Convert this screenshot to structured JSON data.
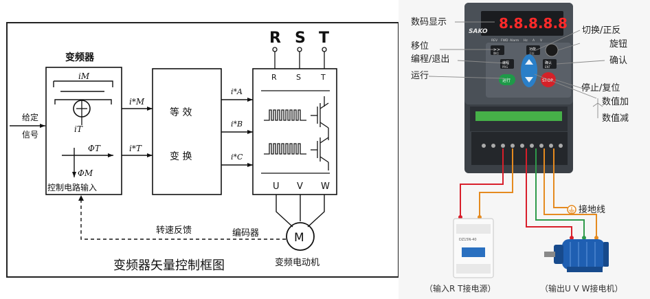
{
  "left_diagram": {
    "title": "变频器矢量控制框图",
    "inverter_block_label": "变频器",
    "input_label_line1": "给定",
    "input_label_line2": "信号",
    "control_circuit_input": "控制电路输入",
    "feedback_label": "转速反馈",
    "encoder_label": "编码器",
    "motor_symbol": "M",
    "motor_label": "变频电动机",
    "equiv_line1": "等  效",
    "equiv_line2": "变  换",
    "top_terminals": [
      "R",
      "S",
      "T"
    ],
    "box_terminals_top": [
      "R",
      "S",
      "T"
    ],
    "box_terminals_bottom": [
      "U",
      "V",
      "W"
    ],
    "signals": {
      "iM_box": "iM",
      "iT_box": "iT",
      "phiT": "ΦT",
      "phiM": "ΦM",
      "iM_out": "i*M",
      "iT_out": "i*T",
      "iA": "i*A",
      "iB": "i*B",
      "iC": "i*C"
    }
  },
  "right_diagram": {
    "labels": {
      "display": "数码显示",
      "shift": "移位",
      "program_exit": "编程/退出",
      "run": "运行",
      "switch_fwd_rev": "切换/正反",
      "knob": "旋钮",
      "confirm": "确认",
      "stop_reset": "停止/复位",
      "value_up": "数值加",
      "value_down": "数值减",
      "ground_wire": "接地线",
      "input_caption": "（输入R T接电源）",
      "output_caption": "（输出U V W接电机）"
    },
    "device": {
      "brand": "SAKO",
      "display_digits": "8.8.8.8.8",
      "indicator_labels": [
        "REV",
        "FWD",
        "Alarm",
        "Hz",
        "A",
        "V"
      ],
      "buttons": {
        "shift": ">>",
        "shift_sub": "移位",
        "func": "功能",
        "func_sub": "正反",
        "prg": "编程",
        "prg_sub": "PRG",
        "ent": "确认",
        "ent_sub": "ENT",
        "run": "运行",
        "stop": "STOP"
      }
    },
    "breaker_text": "DZ15N-40",
    "colors": {
      "red_wire": "#d81e2a",
      "orange_wire": "#e58a1f",
      "green_wire": "#2e9a4a",
      "label_line": "#8a8a8a"
    }
  }
}
